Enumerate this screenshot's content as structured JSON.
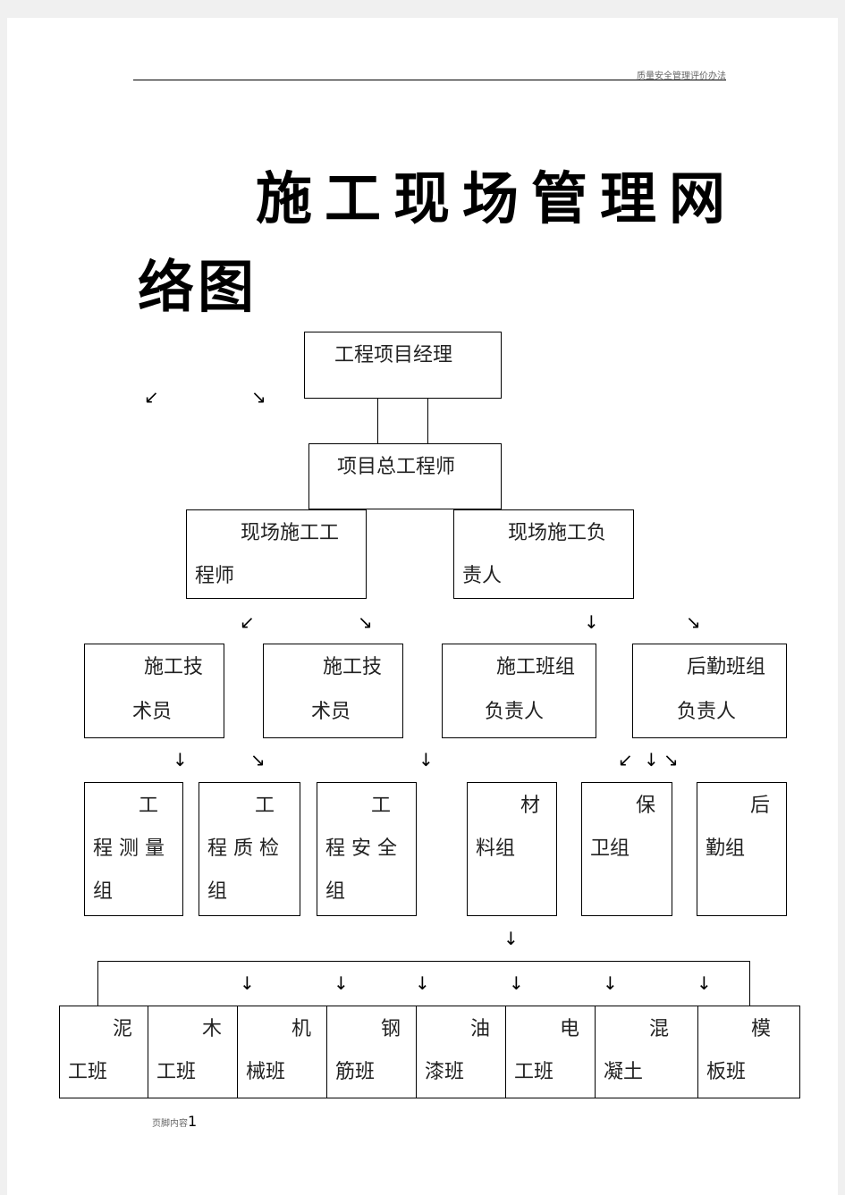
{
  "header": {
    "doc_label": "质量安全管理评价办法"
  },
  "title": {
    "line1": "施工现场管理网",
    "line2": "络图"
  },
  "org": {
    "project_manager": "工程项目经理",
    "chief_engineer": "项目总工程师",
    "site_engineer": [
      "现场施工工",
      "程师"
    ],
    "site_supervisor": [
      "现场施工负",
      "责人"
    ],
    "tech_staff_1": [
      "施工技",
      "术员"
    ],
    "tech_staff_2": [
      "施工技",
      "术员"
    ],
    "team_leader": [
      "施工班组",
      "负责人"
    ],
    "logistics_leader": [
      "后勤班组",
      "负责人"
    ],
    "survey_group": [
      "工",
      "程 测 量",
      "组"
    ],
    "quality_group": [
      "工",
      "程 质 检",
      "组"
    ],
    "safety_group": [
      "工",
      "程 安 全",
      "组"
    ],
    "materials_group": [
      "材",
      "料组"
    ],
    "security_group": [
      "保",
      "卫组"
    ],
    "logistics_group": [
      "后",
      "勤组"
    ],
    "crews": [
      [
        "泥",
        "工班"
      ],
      [
        "木",
        "工班"
      ],
      [
        "机",
        "械班"
      ],
      [
        "钢",
        "筋班"
      ],
      [
        "油",
        "漆班"
      ],
      [
        "电",
        "工班"
      ],
      [
        "混",
        "凝土"
      ],
      [
        "模",
        "板班"
      ]
    ]
  },
  "arrows": {
    "down": "↓",
    "down_left": "↙",
    "down_right": "↘"
  },
  "footer": {
    "label": "页脚内容",
    "page_number": "1"
  }
}
